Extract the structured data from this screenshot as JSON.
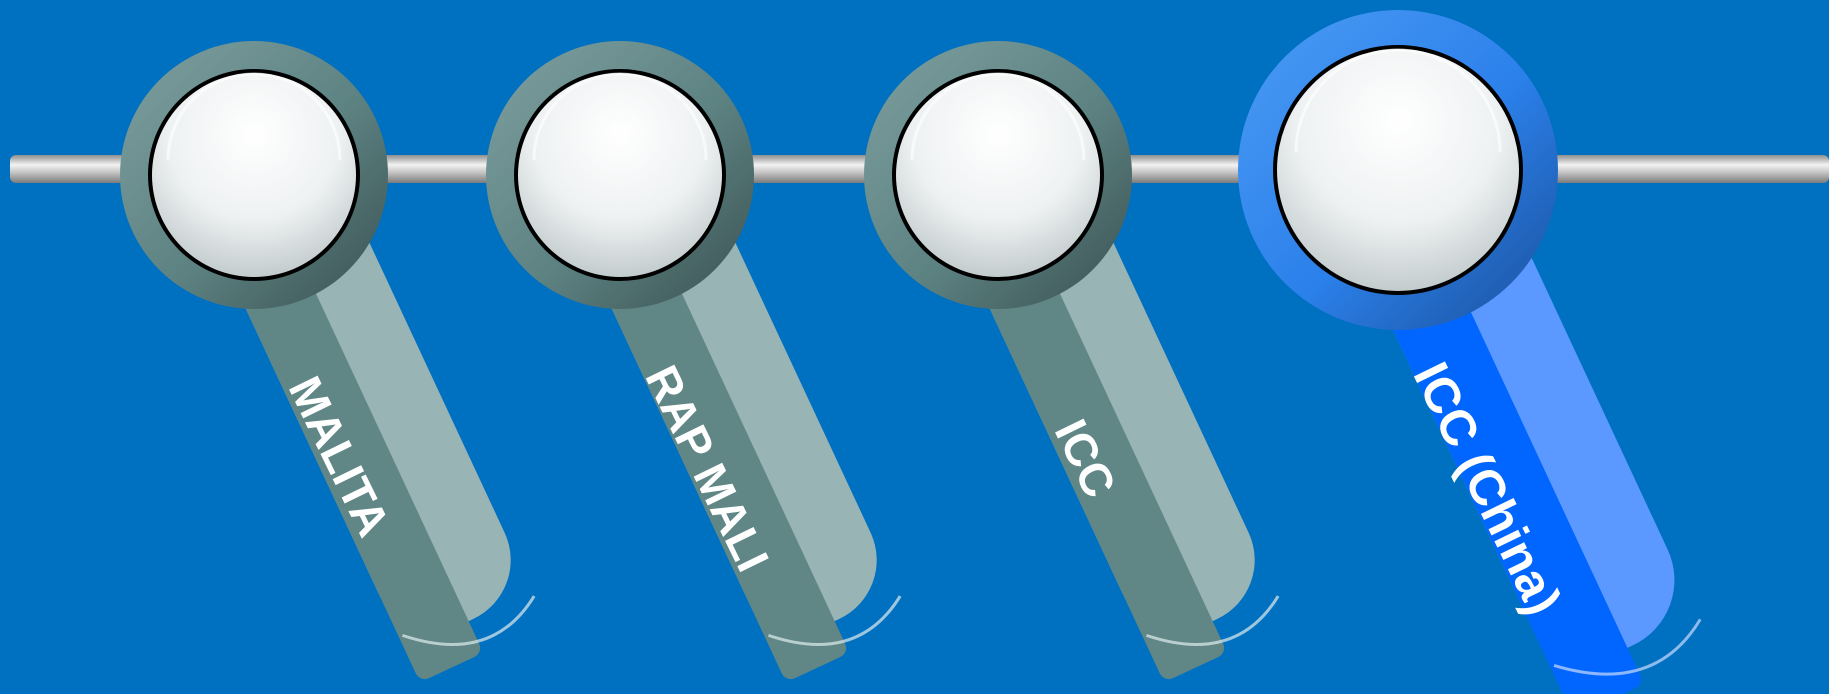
{
  "tabs": [
    {
      "label": "MALITA",
      "state": "inactive"
    },
    {
      "label": "RAP MALI",
      "state": "inactive"
    },
    {
      "label": "ICC",
      "state": "inactive"
    },
    {
      "label": "ICC (China)",
      "state": "active"
    }
  ],
  "colors": {
    "background": "#0070c0",
    "inactive_ring": "#5d8a8a",
    "inactive_tail_dark": "#608686",
    "inactive_tail_light": "#98b4b5",
    "active_ring": "#2f85ee",
    "active_tail_dark": "#0066ff",
    "active_tail_light": "#5b98ff",
    "rail": "#b6b6b6"
  }
}
